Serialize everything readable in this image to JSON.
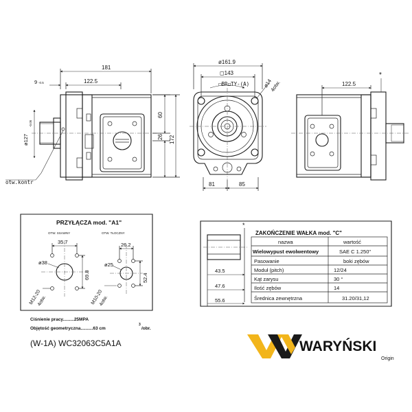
{
  "front_view": {
    "dim_181": "181",
    "dim_9": "9",
    "dim_9_sup": "-0.5",
    "dim_122_5": "122.5",
    "dim_60": "60",
    "dim_26": "26",
    "dim_172": "172",
    "dim_d127": "ø127",
    "dim_d127_tol": "-0.05",
    "label_otw_kontr": "otw.kontr"
  },
  "end_view": {
    "dim_d161_9": "ø161.9",
    "dim_sq143": "◻143",
    "label_brot": "◻BR◻TY-(A)",
    "dim_d14": "ø14",
    "dim_4otw": "4otw.",
    "dim_81": "81",
    "dim_85": "85"
  },
  "side_view": {
    "dim_122_5": "122.5",
    "star": "*"
  },
  "connection_panel": {
    "title": "PRZYŁĄCZA  mod. \"A1\"",
    "col_left": "OTW. SSAWNY",
    "col_right": "OTW. TŁOCZNY",
    "left": {
      "dim_35_7": "35.7",
      "dim_d38": "ø38",
      "dim_69_8": "69.8",
      "thread": "M12-20",
      "holes": "4otw."
    },
    "right": {
      "dim_26_2": "26.2",
      "dim_d25": "ø25",
      "dim_52_4": "52.4",
      "thread": "M10-20",
      "holes": "4otw."
    }
  },
  "specs": {
    "pressure": "Ciśnienie pracy.........25MPA",
    "displacement": "Objętość geometryczna..........63 cm",
    "displacement_sup": "3",
    "displacement_unit": "/obr."
  },
  "model_code": "(W-1A)  WC32063C5A1A",
  "shaft_panel": {
    "title": "ZAKOŃCZENIE WAŁKA  mod. \"C\"",
    "star": "*",
    "dims": [
      "43.5",
      "47.6",
      "55.6"
    ],
    "headers": [
      "nazwa",
      "wartość"
    ],
    "rows": [
      [
        "Wielowypust ewolwentowy",
        "SAE C  1.250\""
      ],
      [
        "Pasowanie",
        "boki zębów"
      ],
      [
        "Moduł (pitch)",
        "12/24"
      ],
      [
        "Kąt zarysu",
        "30 °"
      ],
      [
        "Ilość zębów",
        "14"
      ],
      [
        "Średnica zewnętrzna",
        "31.20/31,12"
      ]
    ]
  },
  "brand": {
    "name": "WARYŃSKI",
    "tagline": "Origin",
    "colors": {
      "gold": "#f2b51b",
      "dark": "#1a1a1a"
    }
  }
}
